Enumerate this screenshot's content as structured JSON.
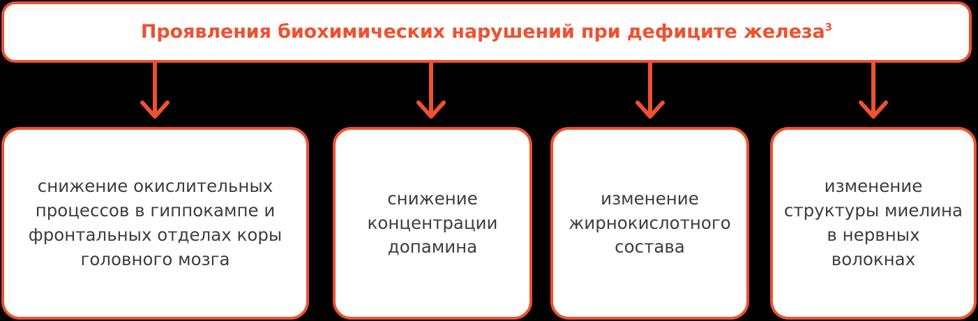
{
  "colors": {
    "background": "#000000",
    "accent": "#ee5130",
    "box_fill": "#ffffff",
    "body_text": "#3d3d3d"
  },
  "header": {
    "title": "Проявления биохимических нарушений при дефиците железа",
    "superscript": "3"
  },
  "arrows": [
    {
      "name": "arrow-to-box-1"
    },
    {
      "name": "arrow-to-box-2"
    },
    {
      "name": "arrow-to-box-3"
    },
    {
      "name": "arrow-to-box-4"
    }
  ],
  "boxes": [
    {
      "text": "снижение окислительных\nпроцессов в гиппокампе и\nфронтальных отделах коры\nголовного мозга"
    },
    {
      "text": "снижение\nконцентрации\nдопамина"
    },
    {
      "text": "изменение\nжирнокислотного\nсостава"
    },
    {
      "text": "изменение\nструктуры миелина\nв нервных\nволокнах"
    }
  ]
}
